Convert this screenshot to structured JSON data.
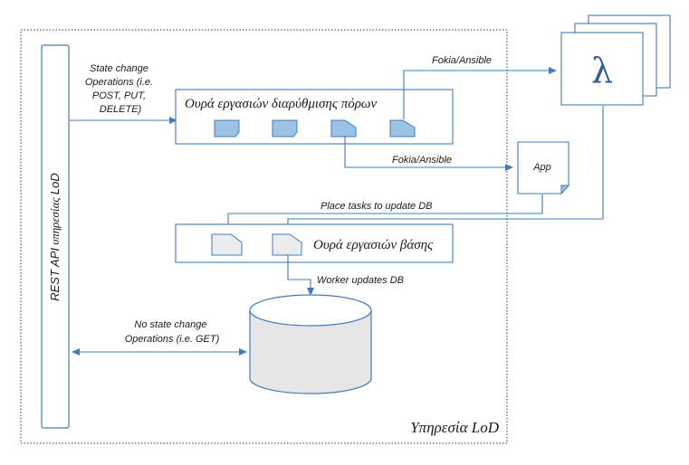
{
  "service": {
    "title": "Υπηρεσία LoD",
    "api_label_latin": "REST API",
    "api_label_greek": "υπηρεσίας",
    "api_label_suffix": "LoD"
  },
  "queues": {
    "provisioning_title": "Ουρά εργασιών διαρύθμισης πόρων",
    "database_title": "Ουρά εργασιών βάσης"
  },
  "nodes": {
    "lambda_symbol": "λ",
    "app_label": "App"
  },
  "edges": {
    "state_change": [
      "State change",
      "Operations (i.e.",
      "POST, PUT,",
      "DELETE)"
    ],
    "fokia_to_lambda": "Fokia/Ansible",
    "fokia_to_app": "Fokia/Ansible",
    "place_tasks": "Place tasks to update DB",
    "worker_updates": "Worker updates DB",
    "no_state_change": [
      "No state change",
      "Operations (i.e. GET)"
    ]
  },
  "colors": {
    "edge": "#3f7bbd",
    "task_fill_blue": "#9cc3e6",
    "task_fill_grey": "#ececec",
    "db_fill": "#e6e6e6"
  },
  "icons": {
    "lambda": "lambda-function-icon",
    "app": "app-document-icon",
    "database": "database-cylinder-icon",
    "task": "task-document-icon"
  }
}
